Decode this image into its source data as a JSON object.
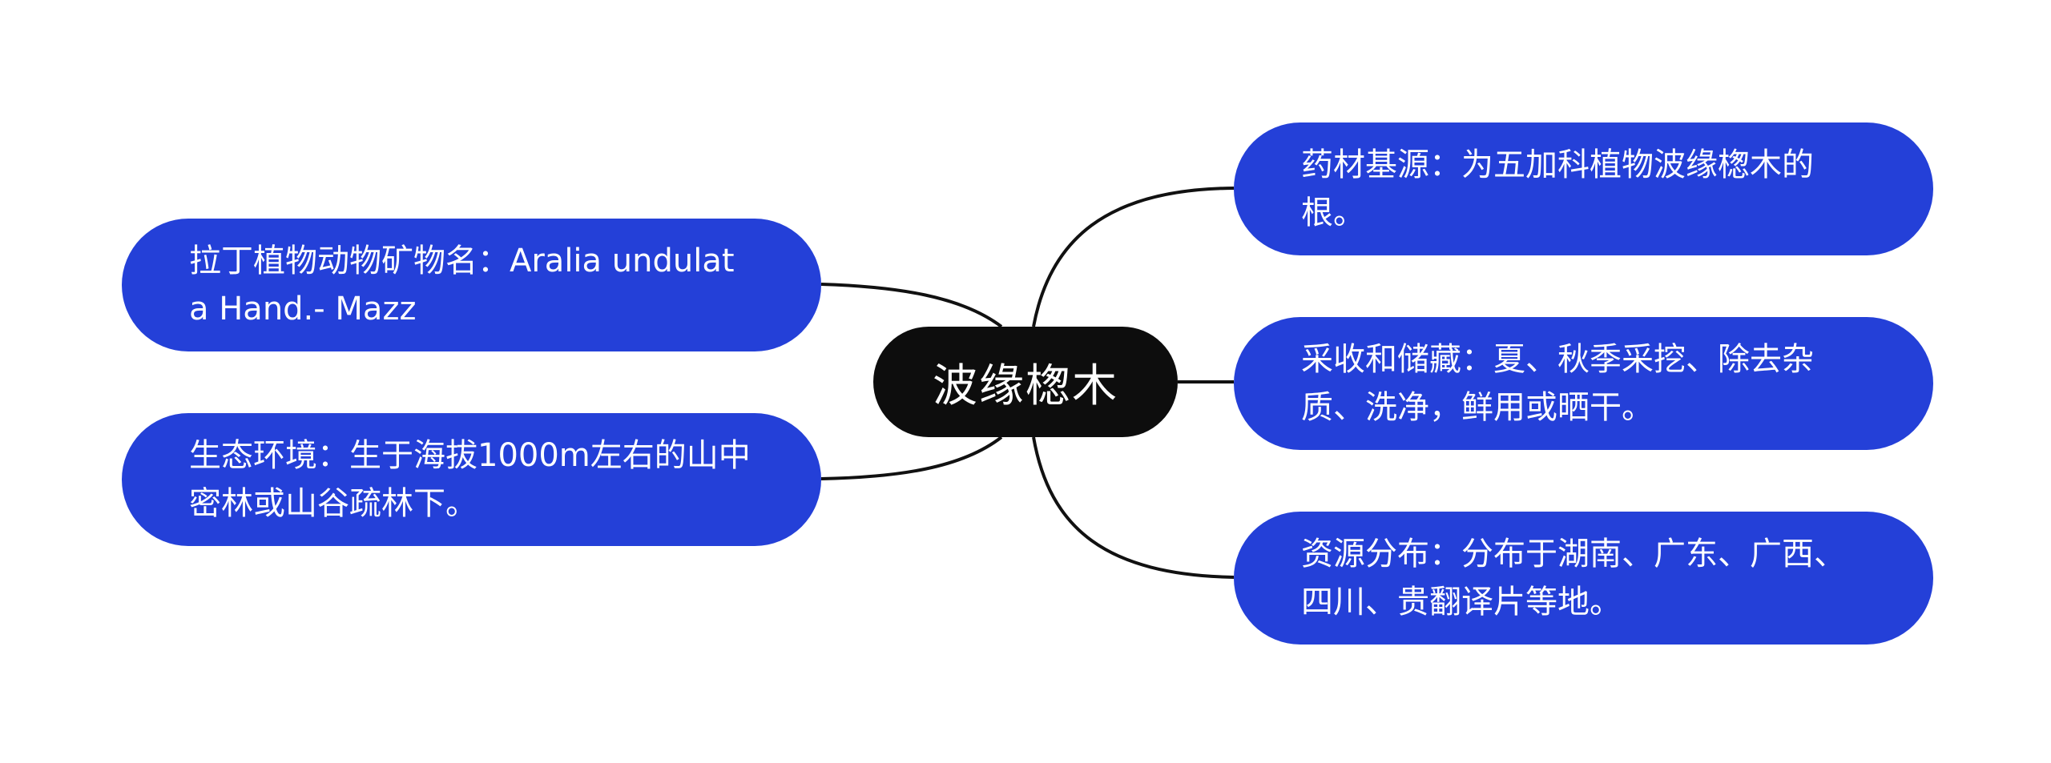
{
  "central_topic": "波缘楤木",
  "branches": {
    "left": [
      {
        "id": "latin",
        "text": "拉丁植物动物矿物名：Aralia undulata Hand.- Mazz"
      },
      {
        "id": "env",
        "text": "生态环境：生于海拔1000m左右的山中密林或山谷疏林下。"
      }
    ],
    "right": [
      {
        "id": "source",
        "text": "药材基源：为五加科植物波缘楤木的根。"
      },
      {
        "id": "harvest",
        "text": "采收和储藏：夏、秋季采挖、除去杂质、洗净，鲜用或晒干。"
      },
      {
        "id": "dist",
        "text": "资源分布：分布于湖南、广东、广西、四川、贵翻译片等地。"
      }
    ]
  },
  "colors": {
    "central_fill": "#0d0d0d",
    "branch_fill": "#2440d8",
    "text": "#ffffff",
    "connector": "#111111"
  }
}
